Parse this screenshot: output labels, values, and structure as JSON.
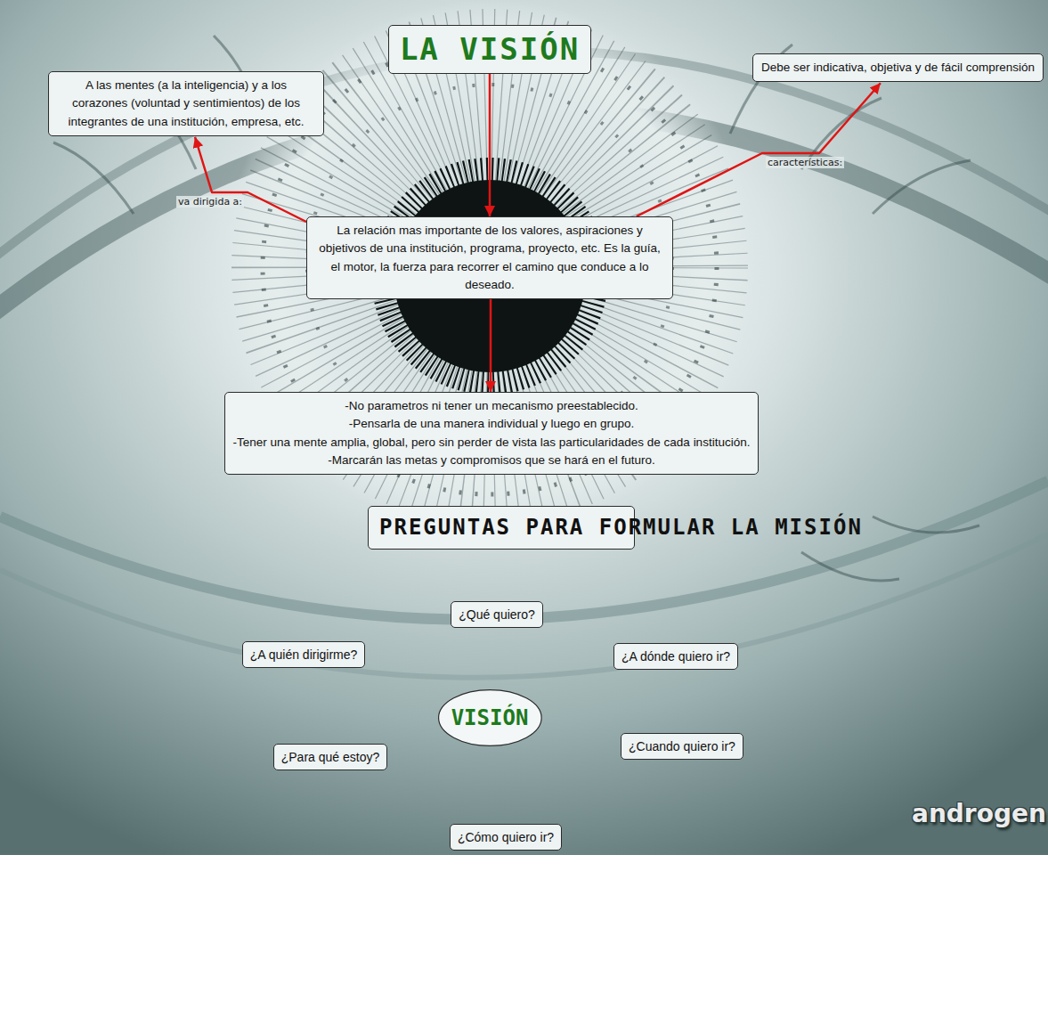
{
  "diagram": {
    "nodes": [
      {
        "text": [
          "LA VISIÓN"
        ]
      },
      {
        "text": [
          "A las mentes (a la inteligencia) y a los corazones (voluntad y sentimientos) de los integrantes de una institución, empresa, etc."
        ]
      },
      {
        "text": [
          "Debe ser indicativa, objetiva y de fácil comprensión"
        ]
      },
      {
        "text": [
          "La relación mas importante de los valores, aspiraciones y objetivos de una institución, programa, proyecto, etc. Es la guía, el motor, la fuerza para recorrer el camino que conduce a lo deseado."
        ]
      },
      {
        "text": [
          "-No parametros ni tener un mecanismo preestablecido.",
          "-Pensarla de una manera individual y luego en grupo.",
          "-Tener una mente amplia, global, pero sin perder de vista las particularidades de cada institución.",
          "-Marcarán las metas y compromisos que se hará en el futuro."
        ]
      },
      {
        "text": [
          "PREGUNTAS PARA FORMULAR LA MISIÓN"
        ]
      },
      {
        "text": [
          "¿Qué quiero?"
        ]
      },
      {
        "text": [
          "¿A quién dirigirme?"
        ]
      },
      {
        "text": [
          "¿A dónde quiero ir?"
        ]
      },
      {
        "text": [
          "VISIÓN"
        ]
      },
      {
        "text": [
          "¿Para qué estoy?"
        ]
      },
      {
        "text": [
          "¿Cuando quiero ir?"
        ]
      },
      {
        "text": [
          "¿Cómo quiero ir?"
        ]
      }
    ],
    "edges": [
      {
        "from": 0,
        "to": 3,
        "arrow": "to"
      },
      {
        "from": 3,
        "to": 4,
        "arrow": "to"
      },
      {
        "from": 3,
        "to": 1,
        "label": "va dirigida a:",
        "arrow": "to"
      },
      {
        "from": 3,
        "to": 2,
        "label": "características:",
        "arrow": "to"
      }
    ],
    "labels": [
      "androgen"
    ]
  }
}
